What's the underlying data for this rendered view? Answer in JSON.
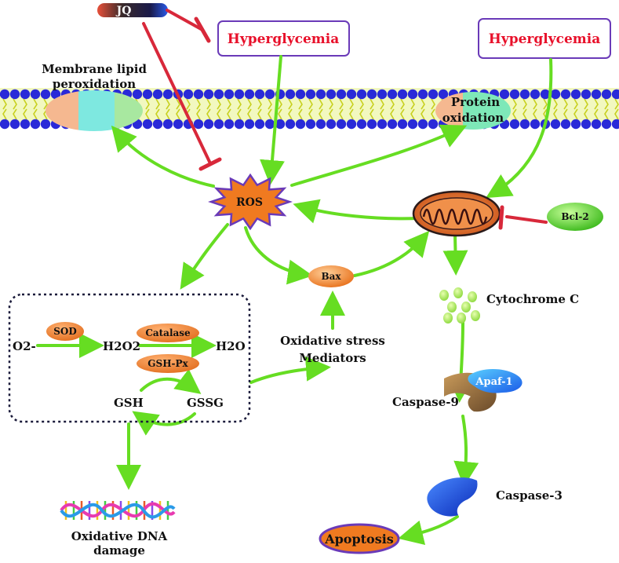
{
  "labels": {
    "jq": "JQ",
    "hyperglycemia_left": "Hyperglycemia",
    "hyperglycemia_right": "Hyperglycemia",
    "membrane_lipid_line1": "Membrane lipid",
    "membrane_lipid_line2": "peroxidation",
    "protein_line1": "Protein",
    "protein_line2": "oxidation",
    "ros": "ROS",
    "bcl2": "Bcl-2",
    "bax": "Bax",
    "cytochrome": "Cytochrome C",
    "o2": "O2-",
    "sod": "SOD",
    "h2o2": "H2O2",
    "catalase": "Catalase",
    "gshpx": "GSH-Px",
    "h2o": "H2O",
    "gsh": "GSH",
    "gssg": "GSSG",
    "oxidative_stress_line1": "Oxidative stress",
    "oxidative_stress_line2": "Mediators",
    "apaf": "Apaf-1",
    "caspase9": "Caspase-9",
    "caspase3": "Caspase-3",
    "apoptosis": "Apoptosis",
    "dna_line1": "Oxidative DNA",
    "dna_line2": "damage"
  },
  "colors": {
    "activate_arrow": "#66dd22",
    "inhibit_line": "#d8283a",
    "hyperglycemia_text": "#e8102a",
    "box_border": "#6a3ab8",
    "membrane_head": "#2a2ad8",
    "ros_fill": "#f07a20",
    "caspase_blue": "#1e5ae8",
    "bcl2_fill": "#44cc22",
    "apoptosis_fill": "#f07a20"
  }
}
